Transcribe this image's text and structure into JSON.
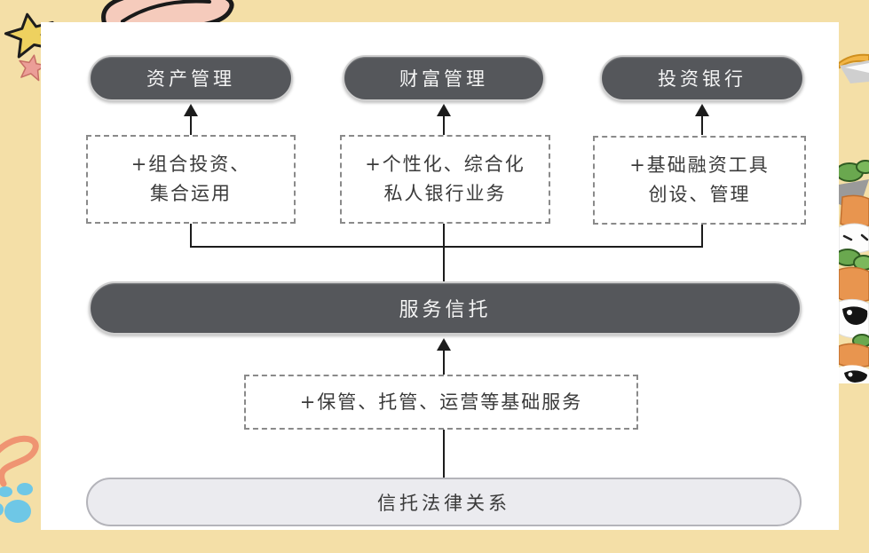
{
  "page": {
    "background_color": "#f4dfa7",
    "panel_color": "#ffffff"
  },
  "colors": {
    "node_dark_fill": "#55575b",
    "node_light_fill": "#ebebef",
    "dashed_border": "#8a8a8a",
    "arrow": "#1c1c1c",
    "text_on_dark": "#f5f5f5",
    "text_dark": "#3a3a3a",
    "star_yellow": "#eed15f",
    "star_pink": "#eb9e97",
    "croissant_pink": "#f5cbbc",
    "carrot_orange": "#e8954f",
    "leaf_green": "#6aa84f",
    "squiggle_salmon": "#ef9472",
    "paw_blue": "#6ec7e6"
  },
  "diagram": {
    "top_nodes": [
      {
        "label": "资产管理",
        "note_line1": "+组合投资、",
        "note_line2": "集合运用"
      },
      {
        "label": "财富管理",
        "note_line1": "+个性化、综合化",
        "note_line2": "私人银行业务"
      },
      {
        "label": "投资银行",
        "note_line1": "+基础融资工具",
        "note_line2": "创设、管理"
      }
    ],
    "service_bar_label": "服务信托",
    "service_note": "+保管、托管、运营等基础服务",
    "base_bar_label": "信托法律关系"
  },
  "decorations": [
    {
      "name": "yellow-star",
      "color": "#eed15f"
    },
    {
      "name": "pink-star",
      "color": "#eb9e97"
    },
    {
      "name": "croissant",
      "color": "#f5cbbc"
    },
    {
      "name": "bowl-wedge",
      "color": "#b9b9b9"
    },
    {
      "name": "carrot-and-rice-ball-characters",
      "color": "#e8954f"
    },
    {
      "name": "salmon-squiggle",
      "color": "#ef9472"
    },
    {
      "name": "blue-paw-print",
      "color": "#6ec7e6"
    }
  ]
}
